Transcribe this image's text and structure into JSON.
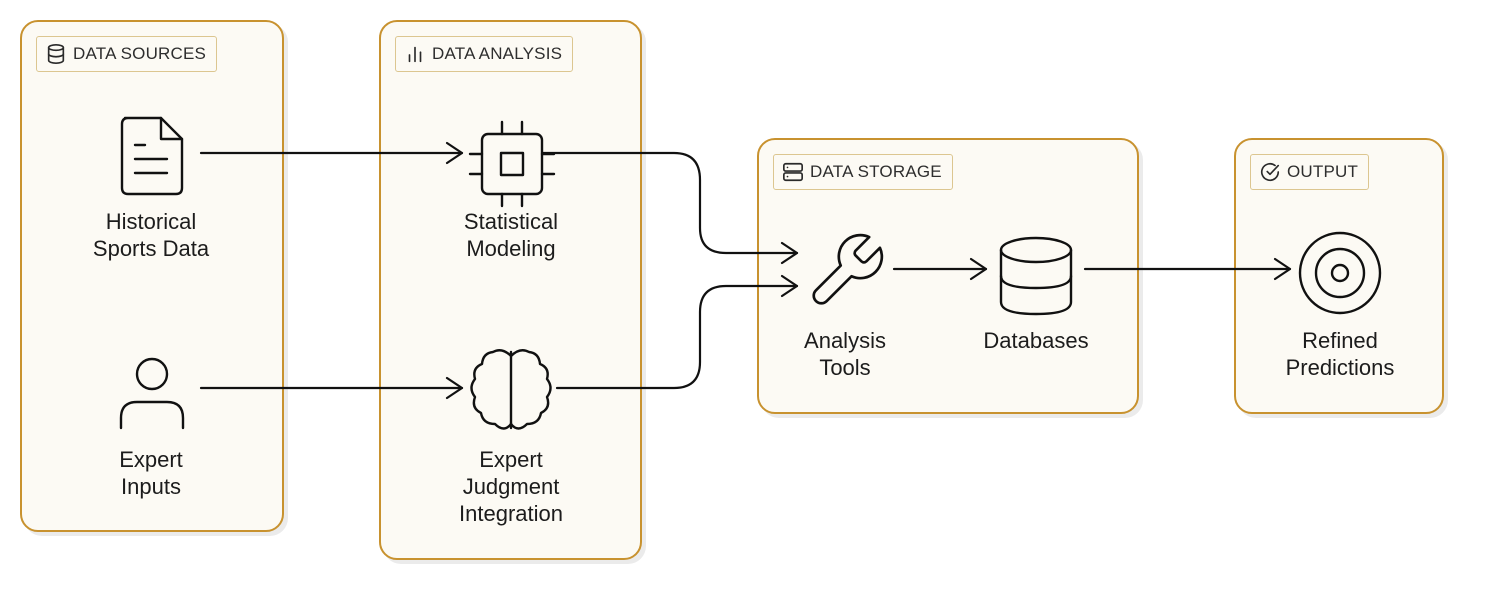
{
  "groups": {
    "sources": {
      "title": "DATA SOURCES",
      "icon": "database-icon"
    },
    "analysis": {
      "title": "DATA ANALYSIS",
      "icon": "bar-chart-icon"
    },
    "storage": {
      "title": "DATA STORAGE",
      "icon": "server-icon"
    },
    "output": {
      "title": "OUTPUT",
      "icon": "check-circle-icon"
    }
  },
  "nodes": {
    "historical": {
      "label": "Historical\nSports Data",
      "icon": "file-text-icon"
    },
    "expert_inputs": {
      "label": "Expert\nInputs",
      "icon": "user-icon"
    },
    "statistical": {
      "label": "Statistical\nModeling",
      "icon": "cpu-icon"
    },
    "judgment": {
      "label": "Expert\nJudgment\nIntegration",
      "icon": "brain-icon"
    },
    "tools": {
      "label": "Analysis\nTools",
      "icon": "wrench-icon"
    },
    "databases": {
      "label": "Databases",
      "icon": "database-icon"
    },
    "predictions": {
      "label": "Refined\nPredictions",
      "icon": "target-icon"
    }
  },
  "edges": [
    {
      "from": "Historical Sports Data",
      "to": "Statistical Modeling"
    },
    {
      "from": "Expert Inputs",
      "to": "Expert Judgment Integration"
    },
    {
      "from": "Statistical Modeling",
      "to": "Analysis Tools"
    },
    {
      "from": "Expert Judgment Integration",
      "to": "Analysis Tools"
    },
    {
      "from": "Analysis Tools",
      "to": "Databases"
    },
    {
      "from": "Databases",
      "to": "Refined Predictions"
    }
  ]
}
